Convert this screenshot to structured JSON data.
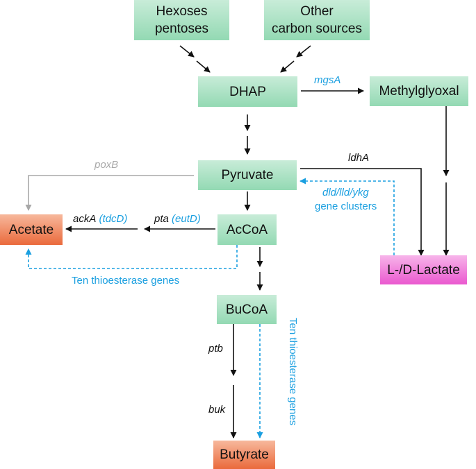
{
  "nodes": {
    "hexoses": {
      "line1": "Hexoses",
      "line2": "pentoses"
    },
    "other": {
      "line1": "Other",
      "line2": "carbon sources"
    },
    "dhap": "DHAP",
    "methylglyoxal": "Methylglyoxal",
    "pyruvate": "Pyruvate",
    "acetate": "Acetate",
    "accoa": "AcCoA",
    "lactate": "L-/D-Lactate",
    "bucoa": "BuCoA",
    "butyrate": "Butyrate"
  },
  "labels": {
    "mgsA": "mgsA",
    "poxB": "poxB",
    "ldhA": "ldhA",
    "dld": "dld/lld/ykg",
    "gene_clusters": "gene clusters",
    "ackA": "ackA",
    "tdcD": "(tdcD)",
    "pta": "pta",
    "eutD": "(eutD)",
    "ten_thio_h": "Ten thioesterase genes",
    "ptb": "ptb",
    "buk": "buk",
    "ten_thio_v": "Ten thioesterase genes"
  },
  "colors": {
    "node_green": "#a8e0c0",
    "node_orange": "#ee7a4c",
    "node_pink": "#f07ad8",
    "blue": "#1a9fe0",
    "gray": "#a8a8a8",
    "black": "#111111"
  }
}
